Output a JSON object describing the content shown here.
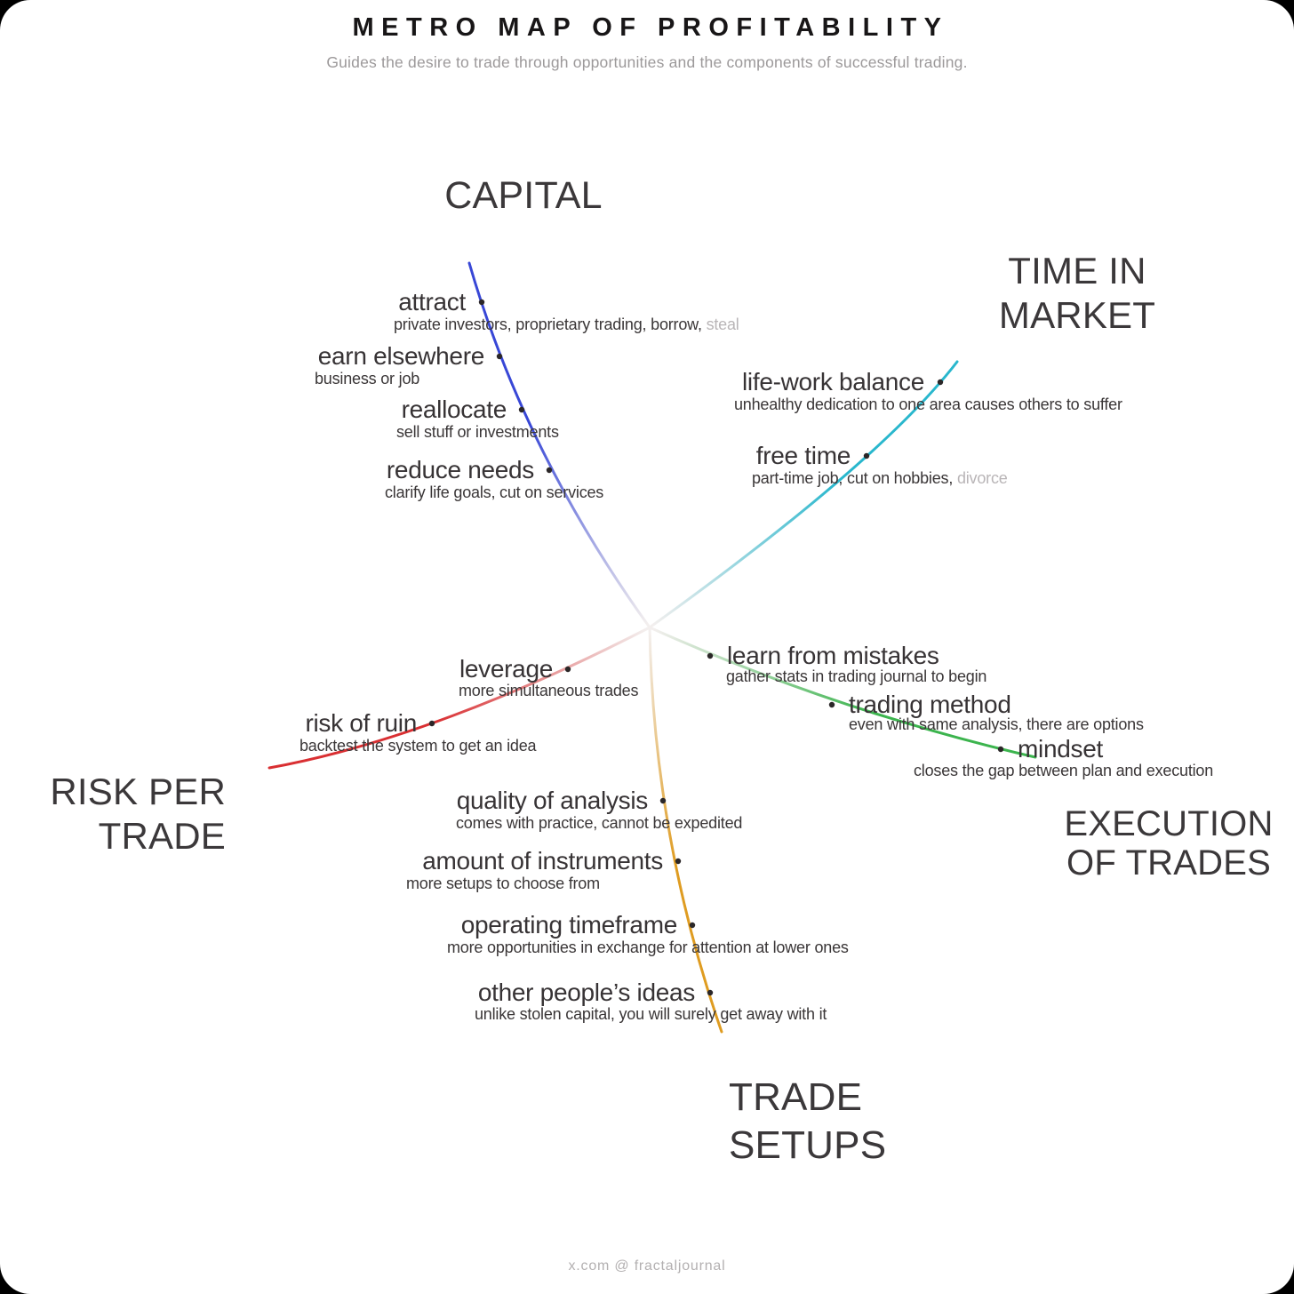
{
  "page": {
    "title": "METRO MAP OF PROFITABILITY",
    "subtitle": "Guides the desire to trade through opportunities and the components of successful trading.",
    "footer": "x.com @ fractaljournal"
  },
  "colors": {
    "dot": "#2b2728",
    "line_fade_end": "#f3efee"
  },
  "branches": [
    {
      "id": "capital",
      "color": "#3847d6",
      "label_lines": [
        "CAPITAL"
      ],
      "stations": [
        {
          "name": "attract",
          "desc": "private investors, proprietary trading, borrow,",
          "desc_muted": " steal"
        },
        {
          "name": "earn elsewhere",
          "desc": "business or job"
        },
        {
          "name": "reallocate",
          "desc": "sell stuff or investments"
        },
        {
          "name": "reduce needs",
          "desc": "clarify life goals, cut on services"
        }
      ]
    },
    {
      "id": "time-in-market",
      "color": "#29b7cd",
      "label_lines": [
        "TIME IN",
        "MARKET"
      ],
      "stations": [
        {
          "name": "life-work balance",
          "desc": "unhealthy dedication to one area causes others to suffer"
        },
        {
          "name": "free time",
          "desc": "part-time job, cut on hobbies,",
          "desc_muted": " divorce"
        }
      ]
    },
    {
      "id": "risk-per-trade",
      "color": "#d92f32",
      "label_lines": [
        "RISK PER",
        "TRADE"
      ],
      "stations": [
        {
          "name": "leverage",
          "desc": "more simultaneous trades"
        },
        {
          "name": "risk of ruin",
          "desc": "backtest the system to get an idea"
        }
      ]
    },
    {
      "id": "execution-of-trades",
      "color": "#3cb44e",
      "label_lines": [
        "EXECUTION",
        "OF TRADES"
      ],
      "stations": [
        {
          "name": "learn from mistakes",
          "desc": "gather stats in trading journal to begin"
        },
        {
          "name": "trading method",
          "desc": "even with same analysis, there are options"
        },
        {
          "name": "mindset",
          "desc": "closes the gap between plan and execution"
        }
      ]
    },
    {
      "id": "trade-setups",
      "color": "#df9c21",
      "label_lines": [
        "TRADE",
        "SETUPS"
      ],
      "stations": [
        {
          "name": "quality of analysis",
          "desc": "comes with practice, cannot be expedited"
        },
        {
          "name": "amount of instruments",
          "desc": "more setups to choose from"
        },
        {
          "name": "operating timeframe",
          "desc": "more opportunities in exchange for attention at lower ones"
        },
        {
          "name": "other people’s ideas",
          "desc": "unlike stolen capital, you will surely get away with it"
        }
      ]
    }
  ]
}
